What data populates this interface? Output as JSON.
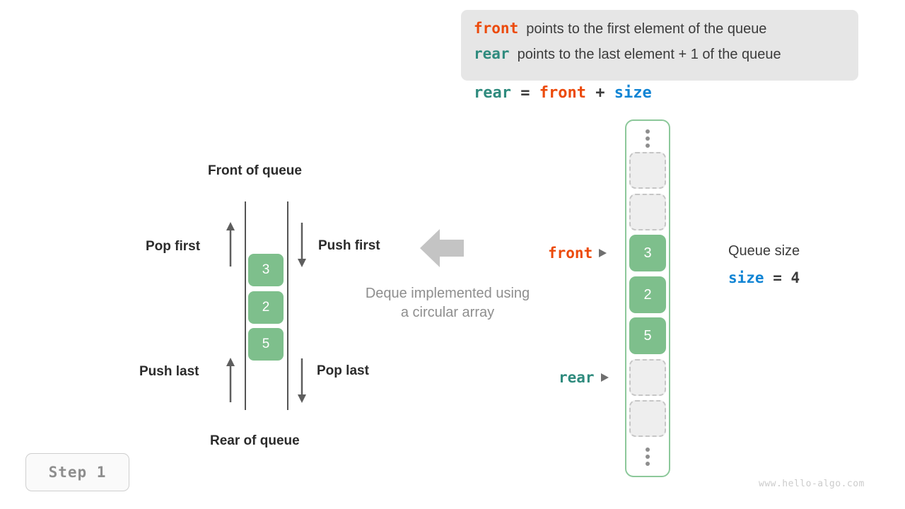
{
  "legend": {
    "rows": [
      {
        "keyword": "front",
        "text": "points to the first element of the queue",
        "color": "#ec4a0b"
      },
      {
        "keyword": "rear",
        "text": "points to the last element + 1 of the queue",
        "color": "#2f8b7e"
      }
    ]
  },
  "formula": {
    "rear": "rear",
    "equals": " = ",
    "front": "front",
    "plus": " + ",
    "size": "size"
  },
  "deque_diagram": {
    "front_heading": "Front of queue",
    "rear_heading": "Rear of queue",
    "operations": {
      "pop_first": "Pop first",
      "push_first": "Push first",
      "push_last": "Push last",
      "pop_last": "Pop last"
    },
    "cells": [
      "3",
      "2",
      "5"
    ],
    "caption_line1": "Deque implemented using",
    "caption_line2": "a circular array"
  },
  "array": {
    "top_ellipsis": "⋮",
    "bottom_ellipsis": "⋮",
    "cells": [
      {
        "value": "",
        "filled": false
      },
      {
        "value": "",
        "filled": false
      },
      {
        "value": "3",
        "filled": true
      },
      {
        "value": "2",
        "filled": true
      },
      {
        "value": "5",
        "filled": true
      },
      {
        "value": "",
        "filled": false
      },
      {
        "value": "",
        "filled": false
      }
    ]
  },
  "pointers": {
    "front": "front",
    "rear": "rear"
  },
  "size_annotation": {
    "label": "Queue size",
    "name": "size",
    "expr": " = 4"
  },
  "step_badge": "Step 1",
  "watermark": "www.hello-algo.com",
  "colors": {
    "front": "#ec4a0b",
    "rear": "#2f8b7e",
    "size": "#1084d4",
    "cell_fill": "#7ebf8c",
    "container_border": "#8cc89a",
    "empty_cell": "#eeeeee",
    "muted_text": "#8e8e8e"
  }
}
